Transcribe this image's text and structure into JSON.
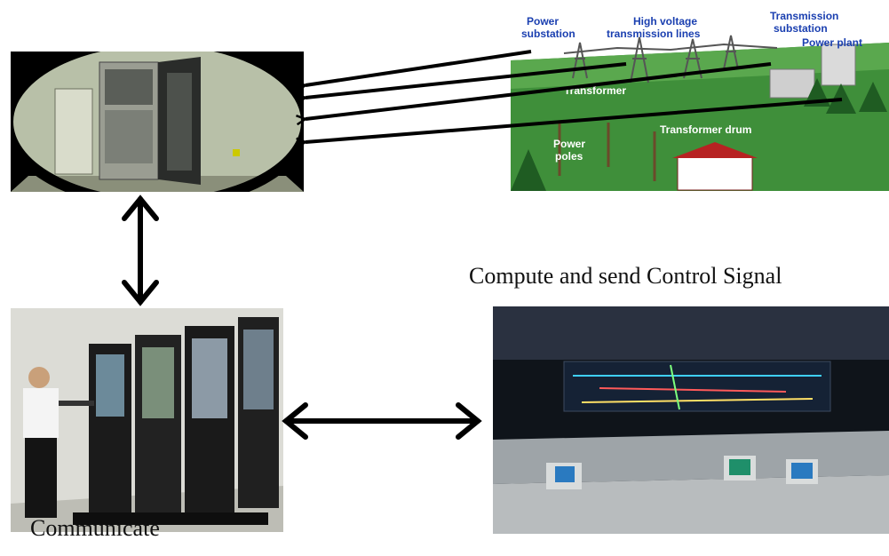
{
  "panels": {
    "sensor_room": {},
    "power_grid": {
      "labels": {
        "power_substation": [
          "Power",
          "substation"
        ],
        "high_voltage_lines": [
          "High voltage",
          "transmission lines"
        ],
        "transmission_substation": [
          "Transmission",
          "substation"
        ],
        "power_plant": "Power plant",
        "transformer": "Transformer",
        "transformer_drum": "Transformer drum",
        "power_poles": [
          "Power",
          "poles"
        ]
      }
    },
    "server_racks": {
      "caption": "Communicate"
    },
    "control_center": {
      "caption": "Compute and send Control Signal"
    }
  },
  "colors": {
    "arrow": "#000000",
    "grid_label": "#1a3fb0",
    "grass": "#3f8f3a",
    "sky": "#ffffff"
  }
}
